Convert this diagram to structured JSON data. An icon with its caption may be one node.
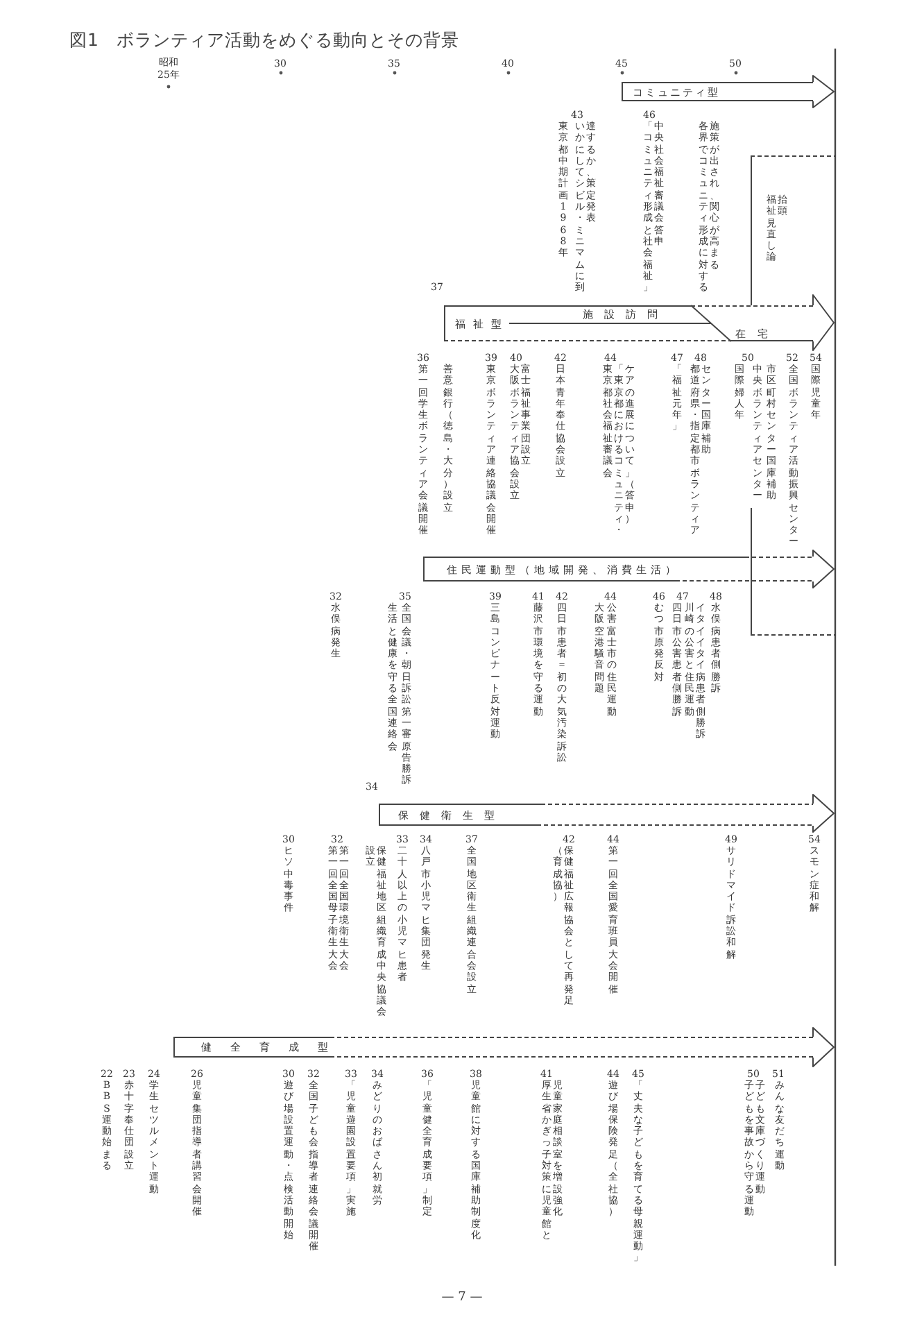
{
  "diagram": {
    "title": "図1　ボランティア活動をめぐる動向とその背景",
    "nodes": [
      {
        "text": [
          "コミュニティ型"
        ]
      },
      {
        "text": [
          "福祉見直し論抬頭"
        ]
      },
      {
        "text": [
          "福祉型",
          "施設訪問",
          "在宅"
        ],
        "beside": [
          "37"
        ]
      },
      {
        "text": [
          "住民運動型（地域開発、消費生活）"
        ]
      },
      {
        "text": [
          "保健衛生型"
        ],
        "beside": [
          "34"
        ]
      },
      {
        "text": [
          "健全育成型"
        ]
      }
    ],
    "labels": [
      "昭和25年",
      "30",
      "35",
      "40",
      "45",
      "50",
      "43",
      "東京都中期計画1968年",
      "いかにしてシビル・ミニマムに到達するか、策定発表",
      "46",
      "中央社会福祉審議会答申",
      "「コミュニティ形成と社会福祉」",
      "各界でコミュニティ形成に対する施策が出され、関心が高まる",
      "36",
      "第一回学生ボランティア会議開催",
      "善意銀行（徳島・大分）設立",
      "39",
      "東京ボランティア連絡協議会開催",
      "40",
      "大阪ボランティア協会設立",
      "富士福祉事業団設立",
      "42",
      "日本青年奉仕協会設立",
      "44",
      "東京都社会福祉審議会",
      "「東京都におけるコミュニティ・ケアの進展について」（答申）",
      "47",
      "「福祉元年」",
      "48",
      "都道府県・指定都市ボランティアセンター国庫補助",
      "50",
      "国際婦人年",
      "中央ボランティアセンター",
      "市区町村センター国庫補助",
      "52",
      "全国ボランティア活動振興センター",
      "54",
      "国際児童年",
      "32",
      "水俣病発生",
      "35",
      "生活と健康を守る全国連絡会",
      "全国会議・朝日訴訟第一審原告勝訴",
      "39",
      "三島コンビナート反対運動",
      "41",
      "藤沢市環境を守る運動",
      "42",
      "四日市患者＝初の大気汚染訴訟",
      "44",
      "大阪空港騒音問題",
      "公害富士市の住民運動",
      "46",
      "むつ市原発反対",
      "47",
      "四日市公害患者側勝訴",
      "川崎の公害と住民運動",
      "イタイイタイ病患者側勝訴",
      "48",
      "水俣病患者側勝訴",
      "30",
      "ヒソ中毒事件",
      "32",
      "第一回全国母子衛生大会",
      "第一回全国環境衛生大会",
      "保健福祉地区組織育成中央協議会設立",
      "33",
      "二十人以上の小児マヒ患者",
      "34",
      "八戸市小児マヒ集団発生",
      "37",
      "全国地区衛生組織連合会設立",
      "42",
      "（育成協）",
      "保健福祉広報協会として再発足",
      "44",
      "第一回全国愛育班員大会開催",
      "49",
      "サリドマイド訴訟和解",
      "54",
      "スモン症和解",
      "22",
      "BBS運動始まる",
      "23",
      "赤十字奉仕団設立",
      "24",
      "学生セツルメント運動",
      "26",
      "児童集団指導者講習会開催",
      "30",
      "遊び場設置運動・点検活動開始",
      "32",
      "全国子ども会指導者連絡会議開催",
      "33",
      "「児童遊園設置要項」実施",
      "34",
      "みどりのおばさん初就労",
      "36",
      "「児童健全育成要項」制定",
      "38",
      "児童館に対する国庫補助制度化",
      "41",
      "厚生省かぎっ子対策に児童館と児童家庭相談室を増設強化",
      "44",
      "遊び場保険発足（全社協）",
      "45",
      "「丈夫な子どもを育てる母親運動」",
      "50",
      "子どもを事故から守る運動",
      "子ども文庫づくり運動",
      "51",
      "みんな友だち運動",
      "— 7 —"
    ]
  }
}
